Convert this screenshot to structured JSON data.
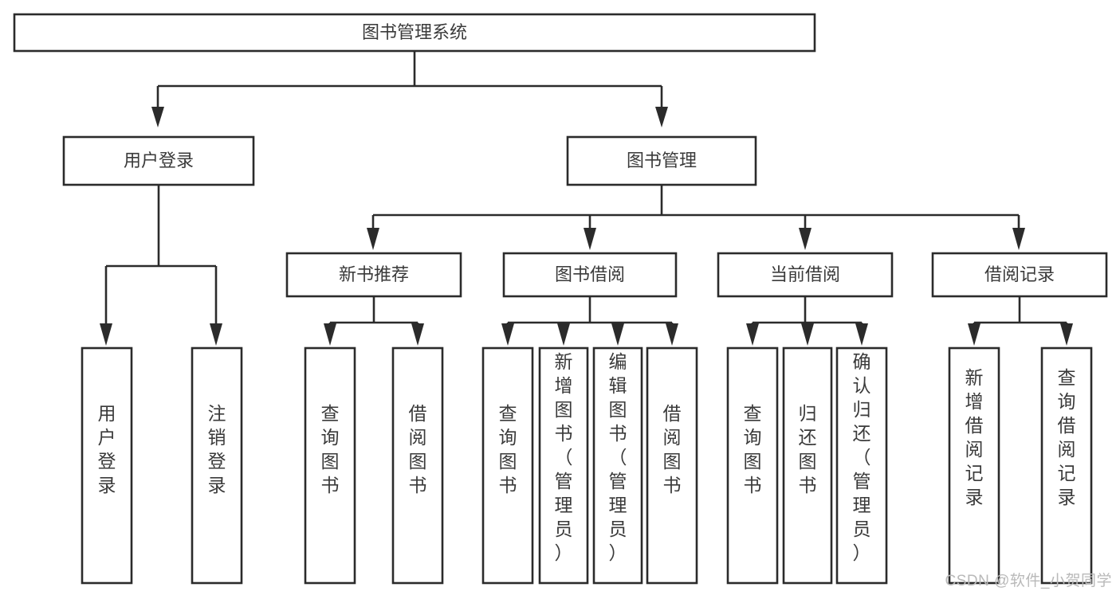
{
  "diagram": {
    "type": "hierarchy-tree",
    "title_node": "图书管理系统",
    "colors": {
      "background": "#ffffff",
      "box_stroke": "#2b2b2b",
      "box_fill": "#ffffff",
      "text": "#3a3a3a",
      "watermark": "#b9b9b9"
    },
    "root": {
      "label": "图书管理系统"
    },
    "level2": [
      {
        "label": "用户登录"
      },
      {
        "label": "图书管理"
      }
    ],
    "level3": [
      {
        "label": "新书推荐"
      },
      {
        "label": "图书借阅"
      },
      {
        "label": "当前借阅"
      },
      {
        "label": "借阅记录"
      }
    ],
    "leaves": {
      "user_login": [
        {
          "label": "用户登录"
        },
        {
          "label": "注销登录"
        }
      ],
      "new_book_recommend": [
        {
          "label": "查询图书"
        },
        {
          "label": "借阅图书"
        }
      ],
      "book_borrow": [
        {
          "label": "查询图书"
        },
        {
          "label": "新增图书（管理员）"
        },
        {
          "label": "编辑图书（管理员）"
        },
        {
          "label": "借阅图书"
        }
      ],
      "current_borrow": [
        {
          "label": "查询图书"
        },
        {
          "label": "归还图书"
        },
        {
          "label": "确认归还（管理员）"
        }
      ],
      "borrow_record": [
        {
          "label": "新增借阅记录"
        },
        {
          "label": "查询借阅记录"
        }
      ]
    }
  },
  "watermark": {
    "text": "CSDN @软件_小贺同学"
  }
}
